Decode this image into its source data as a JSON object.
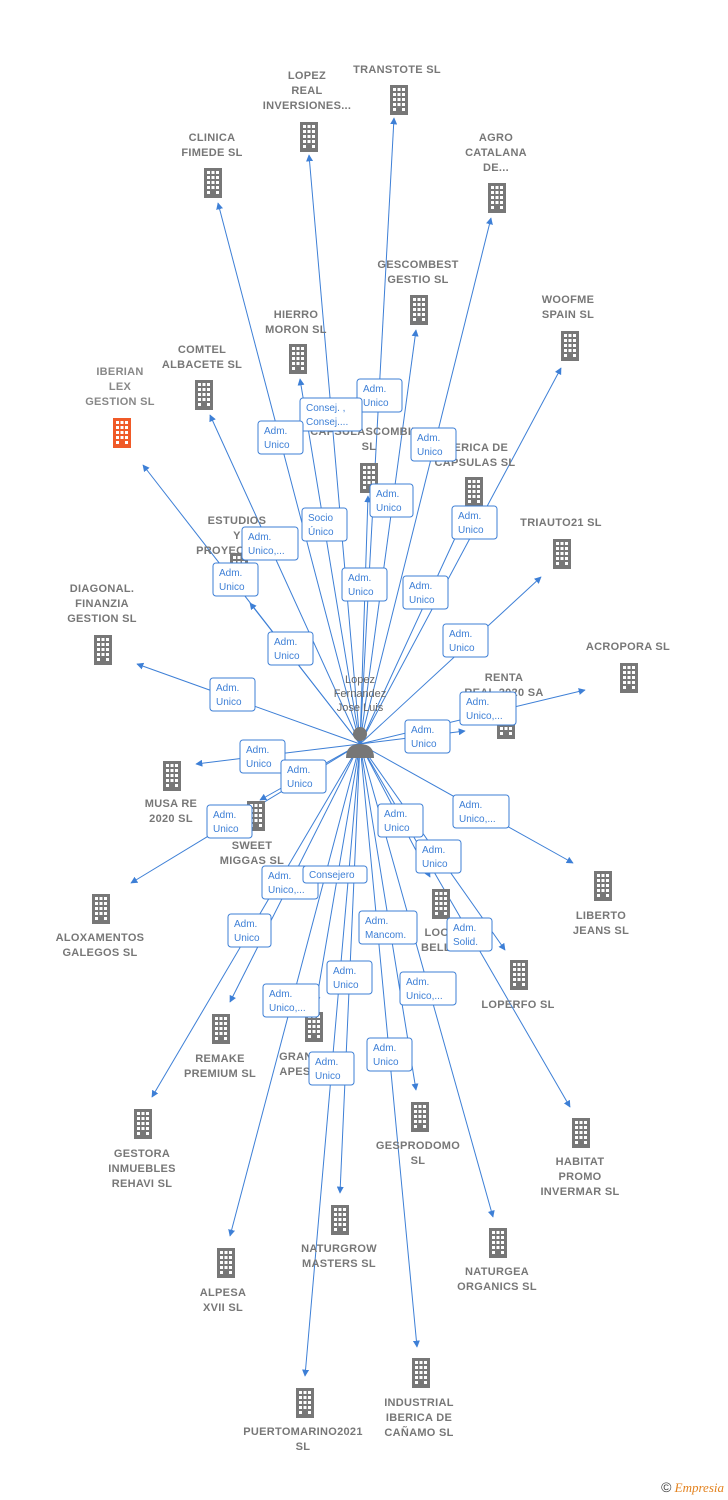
{
  "colors": {
    "edge": "#3d7fd6",
    "building": "#777777",
    "highlight": "#f05a28",
    "person": "#777777"
  },
  "center": {
    "name_lines": [
      "Lopez",
      "Fernandez",
      "Jose Luis"
    ]
  },
  "companies": [
    {
      "id": "transtote",
      "lines": [
        "TRANSTOTE SL"
      ]
    },
    {
      "id": "lopez-real",
      "lines": [
        "LOPEZ",
        "REAL",
        "INVERSIONES..."
      ]
    },
    {
      "id": "clinica-fimede",
      "lines": [
        "CLINICA",
        "FIMEDE  SL"
      ]
    },
    {
      "id": "agro-catalana",
      "lines": [
        "AGRO",
        "CATALANA",
        "DE..."
      ]
    },
    {
      "id": "gescombest",
      "lines": [
        "GESCOMBEST",
        "GESTIO SL"
      ]
    },
    {
      "id": "woofme",
      "lines": [
        "WOOFME",
        "SPAIN  SL"
      ]
    },
    {
      "id": "hierro-moron",
      "lines": [
        "HIERRO",
        "MORON  SL"
      ]
    },
    {
      "id": "comtel",
      "lines": [
        "COMTEL",
        "ALBACETE  SL"
      ]
    },
    {
      "id": "iberian-lex",
      "lines": [
        "IBERIAN",
        "LEX",
        "GESTION  SL"
      ],
      "highlight": true
    },
    {
      "id": "capsulas-combina",
      "lines": [
        "CAPSULASCOMBINA",
        "SL"
      ]
    },
    {
      "id": "iberica-capsulas",
      "lines": [
        "IBERICA DE",
        "CAPSULAS  SL"
      ]
    },
    {
      "id": "triauto21",
      "lines": [
        "TRIAUTO21  SL"
      ]
    },
    {
      "id": "estudios",
      "lines": [
        "ESTUDIOS",
        "Y",
        "PROYECTOS..."
      ]
    },
    {
      "id": "diagonal",
      "lines": [
        "DIAGONAL.",
        "FINANZIA",
        "GESTION SL"
      ]
    },
    {
      "id": "acropora",
      "lines": [
        "ACROPORA  SL"
      ]
    },
    {
      "id": "renta-real",
      "lines": [
        "RENTA",
        "REAL 2020 SA"
      ]
    },
    {
      "id": "musa-re",
      "lines": [
        "MUSA RE",
        "2020  SL"
      ]
    },
    {
      "id": "sweet-miggas",
      "lines": [
        "SWEET",
        "MIGGAS  SL"
      ]
    },
    {
      "id": "liberto",
      "lines": [
        "LIBERTO",
        "JEANS  SL"
      ]
    },
    {
      "id": "aloxamentos",
      "lines": [
        "ALOXAMENTOS",
        "GALEGOS  SL"
      ]
    },
    {
      "id": "look-bell",
      "lines": [
        "LOOK",
        "BELL..."
      ]
    },
    {
      "id": "loperfo",
      "lines": [
        "LOPERFO SL"
      ]
    },
    {
      "id": "remake",
      "lines": [
        "REMAKE",
        "PREMIUM SL"
      ]
    },
    {
      "id": "grand-apes",
      "lines": [
        "GRAND",
        "APES..."
      ]
    },
    {
      "id": "gestora",
      "lines": [
        "GESTORA",
        "INMUEBLES",
        "REHAVI  SL"
      ]
    },
    {
      "id": "gesprodomo",
      "lines": [
        "GESPRODOMO",
        "SL"
      ]
    },
    {
      "id": "habitat",
      "lines": [
        "HABITAT",
        "PROMO",
        "INVERMAR SL"
      ]
    },
    {
      "id": "naturgrow",
      "lines": [
        "NATURGROW",
        "MASTERS  SL"
      ]
    },
    {
      "id": "naturgea",
      "lines": [
        "NATURGEA",
        "ORGANICS  SL"
      ]
    },
    {
      "id": "alpesa",
      "lines": [
        "ALPESA",
        "XVII  SL"
      ]
    },
    {
      "id": "industrial",
      "lines": [
        "INDUSTRIAL",
        "IBERICA DE",
        "CAÑAMO  SL"
      ]
    },
    {
      "id": "puertomarino",
      "lines": [
        "PUERTOMARINO2021",
        "SL"
      ]
    }
  ],
  "relations": [
    {
      "to": "transtote",
      "lines": [
        "Adm.",
        "Unico"
      ]
    },
    {
      "to": "lopez-real",
      "lines": [
        "Consej. ,",
        "Consej...."
      ]
    },
    {
      "to": "clinica-fimede",
      "lines": [
        "Adm.",
        "Unico"
      ]
    },
    {
      "to": "agro-catalana",
      "lines": [
        "Adm.",
        "Unico"
      ]
    },
    {
      "to": "gescombest",
      "lines": [
        "Adm.",
        "Unico"
      ]
    },
    {
      "to": "woofme",
      "lines": [
        "Adm.",
        "Unico"
      ]
    },
    {
      "to": "hierro-moron",
      "lines": [
        "Socio",
        "Único"
      ]
    },
    {
      "to": "comtel",
      "lines": [
        "Adm.",
        "Unico,..."
      ]
    },
    {
      "to": "iberian-lex",
      "lines": [
        "Adm.",
        "Unico"
      ]
    },
    {
      "to": "capsulas-combina",
      "lines": [
        "Adm.",
        "Unico"
      ]
    },
    {
      "to": "iberica-capsulas",
      "lines": [
        "Adm.",
        "Unico"
      ]
    },
    {
      "to": "triauto21",
      "lines": [
        "Adm.",
        "Unico"
      ]
    },
    {
      "to": "estudios",
      "lines": [
        "Adm.",
        "Unico"
      ]
    },
    {
      "to": "diagonal",
      "lines": [
        "Adm.",
        "Unico"
      ]
    },
    {
      "to": "acropora",
      "lines": [
        "Adm.",
        "Unico,..."
      ]
    },
    {
      "to": "renta-real",
      "lines": [
        "Adm.",
        "Unico"
      ]
    },
    {
      "to": "musa-re",
      "lines": [
        "Adm.",
        "Unico"
      ]
    },
    {
      "to": "sweet-miggas",
      "lines": [
        "Adm.",
        "Unico"
      ]
    },
    {
      "to": "liberto",
      "lines": [
        "Adm.",
        "Unico,..."
      ]
    },
    {
      "to": "aloxamentos",
      "lines": [
        "Adm.",
        "Unico"
      ]
    },
    {
      "to": "look-bell",
      "lines": [
        "Adm.",
        "Unico"
      ]
    },
    {
      "to": "loperfo",
      "lines": [
        "Adm.",
        "Unico"
      ]
    },
    {
      "to": "grand-apes",
      "lines": [
        "Adm.",
        "Unico,..."
      ]
    },
    {
      "to": "grand-apes",
      "lines": [
        "Consejero"
      ]
    },
    {
      "to": "remake",
      "lines": [
        "Adm.",
        "Unico"
      ]
    },
    {
      "to": "gestora",
      "lines": [
        "Adm.",
        "Mancom."
      ]
    },
    {
      "to": "habitat",
      "lines": [
        "Adm.",
        "Solid."
      ]
    },
    {
      "to": "naturgrow",
      "lines": [
        "Adm.",
        "Unico"
      ]
    },
    {
      "to": "naturgea",
      "lines": [
        "Adm.",
        "Unico,..."
      ]
    },
    {
      "to": "alpesa",
      "lines": [
        "Adm.",
        "Unico,..."
      ]
    },
    {
      "to": "gesprodomo",
      "lines": [
        "Adm.",
        "Unico"
      ]
    },
    {
      "to": "puertomarino",
      "lines": [
        "Adm.",
        "Unico"
      ]
    },
    {
      "to": "industrial",
      "lines": [
        "Adm.",
        "Unico"
      ]
    }
  ],
  "footer": {
    "copyright": "©",
    "brand": "Empresia"
  }
}
